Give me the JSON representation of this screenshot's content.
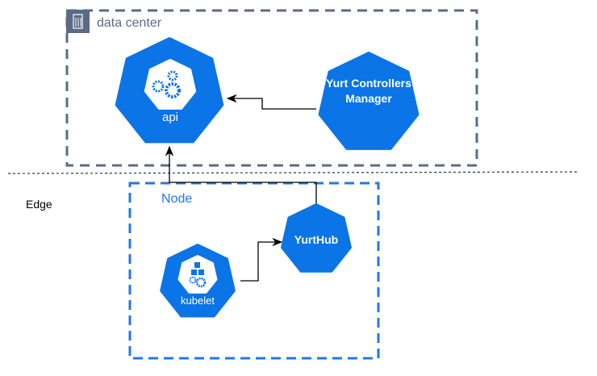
{
  "colors": {
    "k8s_blue": "#0b74e6",
    "datacenter_border": "#5b6b86",
    "node_border": "#1f7ae6",
    "edge_line": "#333333",
    "arrow": "#000000"
  },
  "datacenter": {
    "label": "data center",
    "icon": "building-icon"
  },
  "edge": {
    "label": "Edge"
  },
  "node": {
    "label": "Node"
  },
  "components": {
    "api": {
      "label": "api",
      "icon": "gears-icon"
    },
    "controllers": {
      "label_line1": "Yurt Controllers",
      "label_line2": "Manager"
    },
    "yurthub": {
      "label": "YurtHub"
    },
    "kubelet": {
      "label": "kubelet",
      "icon": "cubes-gears-icon"
    }
  }
}
